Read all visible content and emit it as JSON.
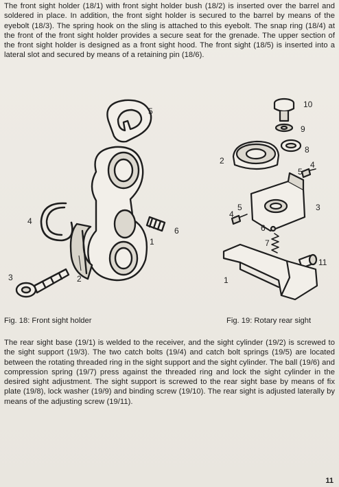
{
  "paragraphs": {
    "intro": "The front sight holder (18/1) with front sight holder bush (18/2) is inserted over the barrel and soldered in place. In addition, the front sight holder is secured to the barrel by means of the eyebolt (18/3). The spring hook on the sling is attached to this eyebolt. The snap ring (18/4) at the front of the front sight holder provides a secure seat for the grenade. The upper section of the front sight holder is designed as a front sight hood. The front sight (18/5) is inserted into a lateral slot and secured by means of a retaining pin (18/6).",
    "rear_sight": "The rear sight base (19/1) is welded to the receiver, and the sight cylinder (19/2) is screwed to the sight support (19/3). The two catch bolts (19/4) and catch bolt springs (19/5) are located between the rotating threaded ring in the sight support and the sight cylinder. The ball (19/6) and compression spring (19/7) press against the threaded ring and lock the sight cylinder in the desired sight adjustment. The sight support is screwed to the rear sight base by means of fix plate (19/8), lock washer (19/9) and binding screw (19/10). The rear sight is adjusted laterally by means of the adjusting screw (19/11)."
  },
  "figures": {
    "fig18": {
      "caption": "Fig. 18: Front sight holder",
      "labels": [
        "5",
        "4",
        "6",
        "1",
        "3",
        "2"
      ]
    },
    "fig19": {
      "caption": "Fig. 19: Rotary rear sight",
      "labels": [
        "10",
        "9",
        "2",
        "8",
        "5",
        "4",
        "3",
        "5",
        "4",
        "6",
        "7",
        "11",
        "1"
      ]
    }
  },
  "page_number": "11"
}
